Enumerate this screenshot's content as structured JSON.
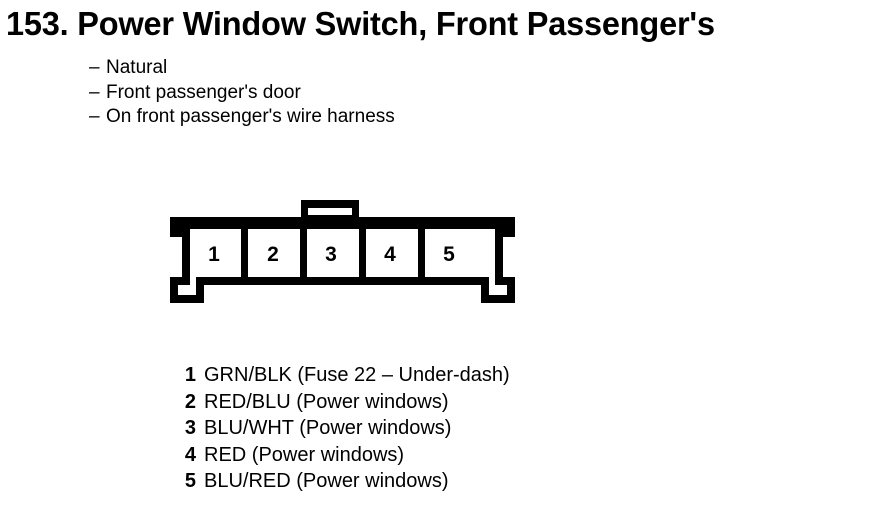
{
  "title": "153. Power Window Switch, Front Passenger's",
  "descriptions": {
    "dash": "–",
    "items": [
      "Natural",
      "Front passenger's door",
      "On front passenger's wire harness"
    ]
  },
  "connector": {
    "cavities": [
      "1",
      "2",
      "3",
      "4",
      "5"
    ],
    "outline_color": "#000000",
    "fill_color": "#ffffff"
  },
  "pins": [
    {
      "number": "1",
      "description": "GRN/BLK (Fuse 22 – Under-dash)"
    },
    {
      "number": "2",
      "description": "RED/BLU (Power windows)"
    },
    {
      "number": "3",
      "description": "BLU/WHT (Power windows)"
    },
    {
      "number": "4",
      "description": "RED (Power windows)"
    },
    {
      "number": "5",
      "description": "BLU/RED (Power windows)"
    }
  ]
}
